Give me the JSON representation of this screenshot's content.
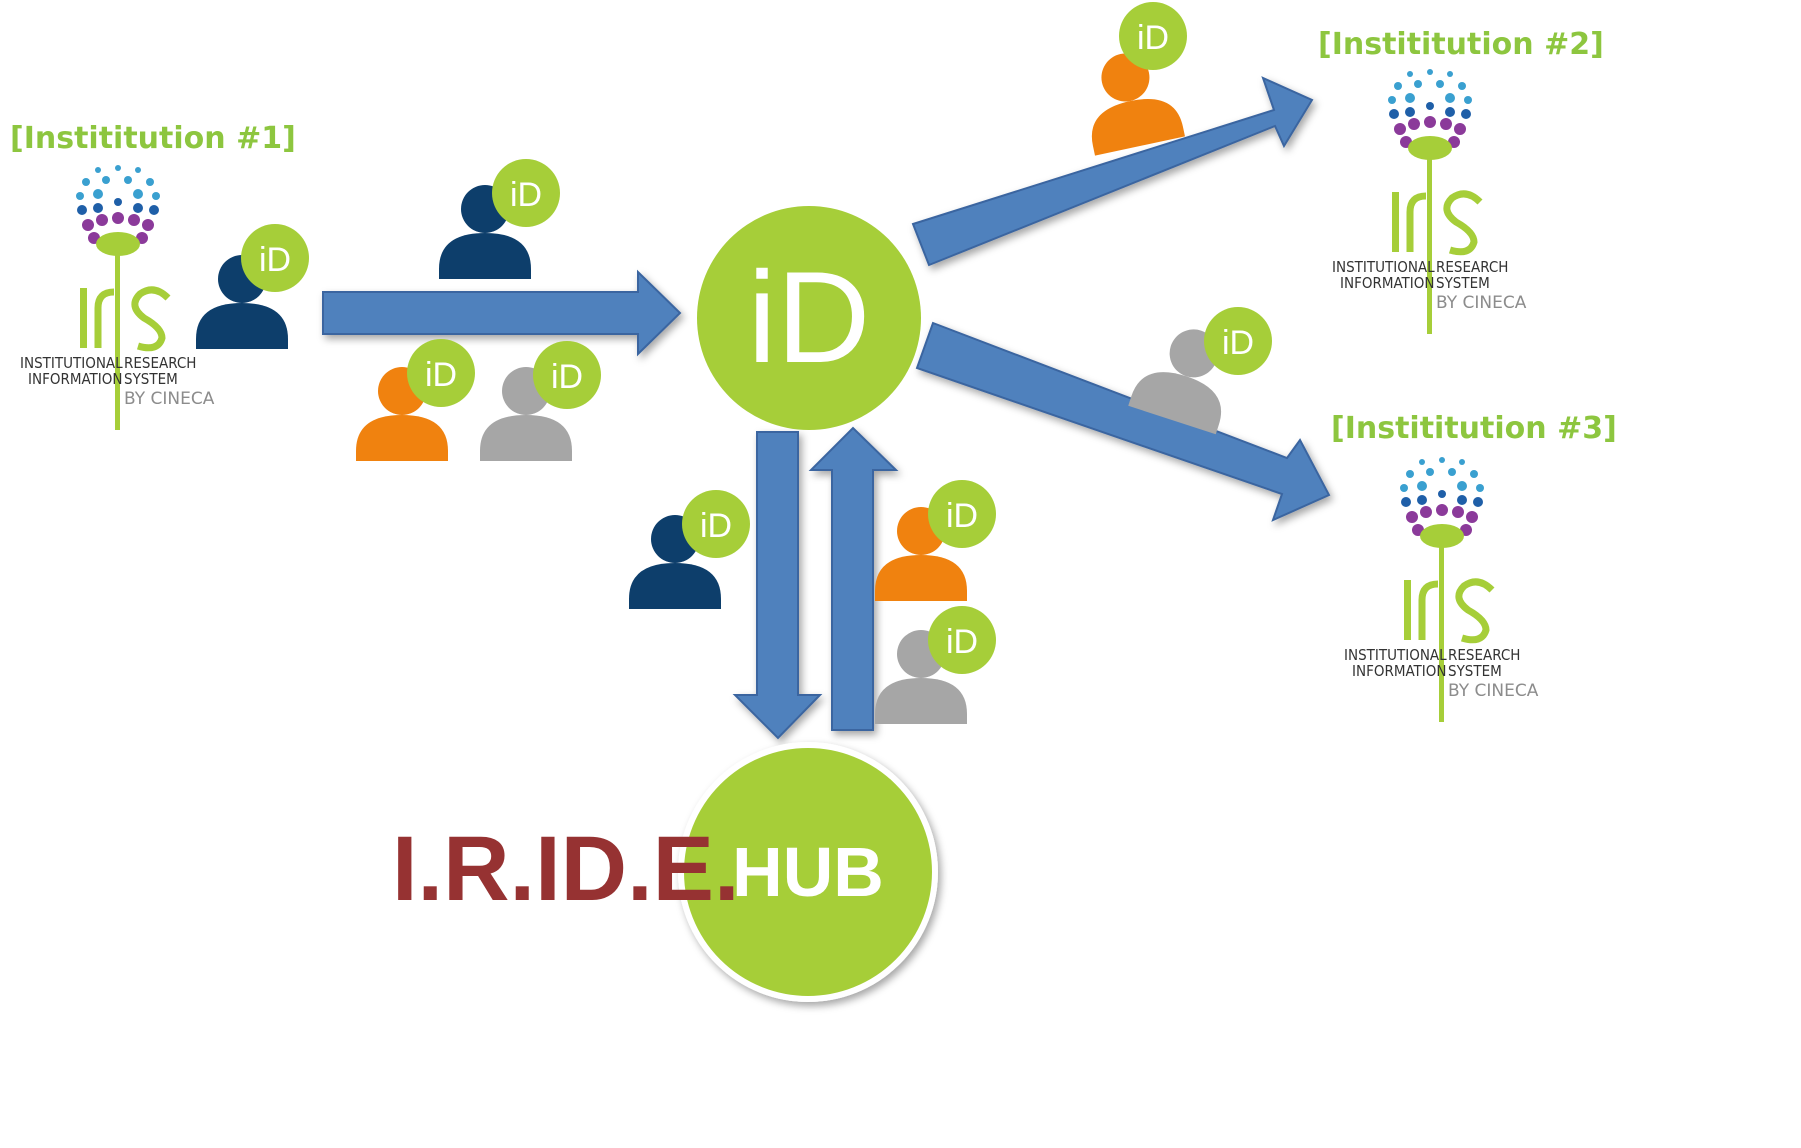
{
  "institutions": [
    {
      "label": "[Instititution #1]"
    },
    {
      "label": "[Instititution #2]"
    },
    {
      "label": "[Instititution #3]"
    }
  ],
  "iris_logo": {
    "wordmark": "IrIS",
    "line1_left": "INSTITUTIONAL",
    "line2_left": "INFORMATION",
    "line1_right": "RESEARCH",
    "line2_right": "SYSTEM",
    "byline": "BY CINECA"
  },
  "orcid_badge": "iD",
  "central_node": {
    "label": "iD"
  },
  "hub": {
    "label": "HUB",
    "project": "I.R.ID.E."
  },
  "colors": {
    "orcid_green": "#a6ce39",
    "arrow_blue": "#4f81bd",
    "person_navy": "#0d3e6b",
    "person_orange": "#f0820f",
    "person_gray": "#a6a6a6",
    "iride_red": "#963232"
  }
}
